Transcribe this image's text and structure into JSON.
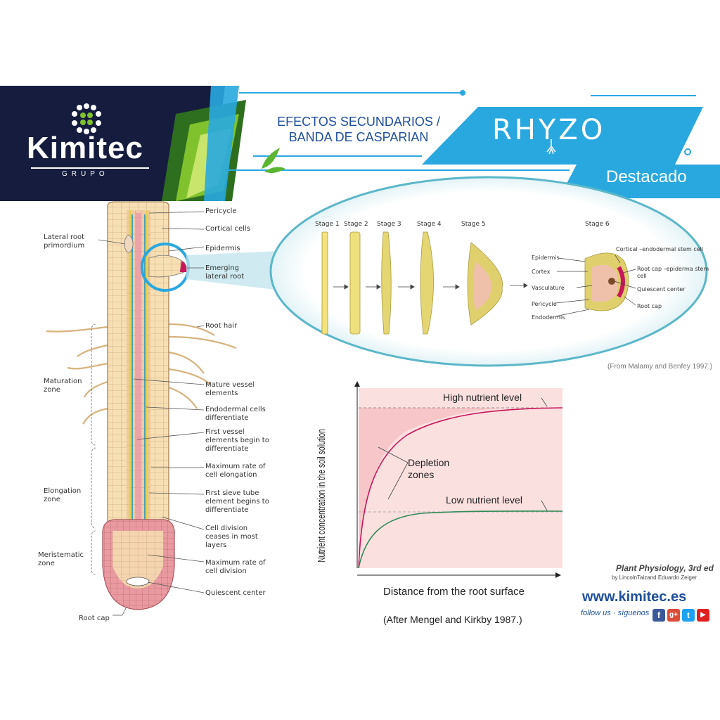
{
  "header": {
    "logo_name": "Kimitec",
    "logo_sub": "GRUPO",
    "title_line1": "EFECTOS SECUNDARIOS /",
    "title_line2": "BANDA DE CASPARIAN",
    "product": "RHYZO",
    "tag": "Destacado",
    "colors": {
      "navy": "#151c3d",
      "cyan": "#29a8e0",
      "title_blue": "#1f4e9b"
    }
  },
  "root_diagram": {
    "right_labels": [
      "Pericycle",
      "Cortical cells",
      "Epidermis",
      "Emerging lateral root",
      "Root hair",
      "Mature vessel elements",
      "Endodermal cells differentiate",
      "First vessel elements begin to differentiate",
      "Maximum rate of cell elongation",
      "First sieve tube element begins to differentiate",
      "Cell division ceases in most layers",
      "Maximum rate of cell division",
      "Quiescent center"
    ],
    "left_labels": [
      "Lateral root primordium",
      "Maturation zone",
      "Elongation zone",
      "Meristematic zone",
      "Root cap"
    ]
  },
  "stages": {
    "labels": [
      "Stage 1",
      "Stage 2",
      "Stage 3",
      "Stage 4",
      "Stage 5",
      "Stage 6"
    ],
    "stage6_labels_left": [
      "Epidermis",
      "Cortex",
      "Vasculature",
      "Pericycle",
      "Endodermis"
    ],
    "stage6_labels_right": [
      "Cortical –endodermal stem cell",
      "Root cap –epiderma stem cell",
      "Quiescent center",
      "Root cap"
    ],
    "credit": "(From Malamy and Benfey 1997.)"
  },
  "chart_data": {
    "type": "line",
    "title": "",
    "xlabel": "Distance from the root surface",
    "ylabel": "Nutrient concentration in the soil solution",
    "series": [
      {
        "name": "High nutrient level",
        "color": "#c8175a"
      },
      {
        "name": "Low nutrient level",
        "color": "#2e8b57"
      }
    ],
    "annotation": "Depletion zones",
    "credit": "(After Mengel and Kirkby 1987.)"
  },
  "footer": {
    "book_title": "Plant Physiology, 3rd ed",
    "book_authors": "by LincolnTaizand Eduardo Zeiger",
    "website": "www.kimitec.es",
    "follow": "follow us · síguenos",
    "social_icons": [
      "facebook-icon",
      "google-plus-icon",
      "twitter-icon",
      "youtube-icon"
    ]
  }
}
